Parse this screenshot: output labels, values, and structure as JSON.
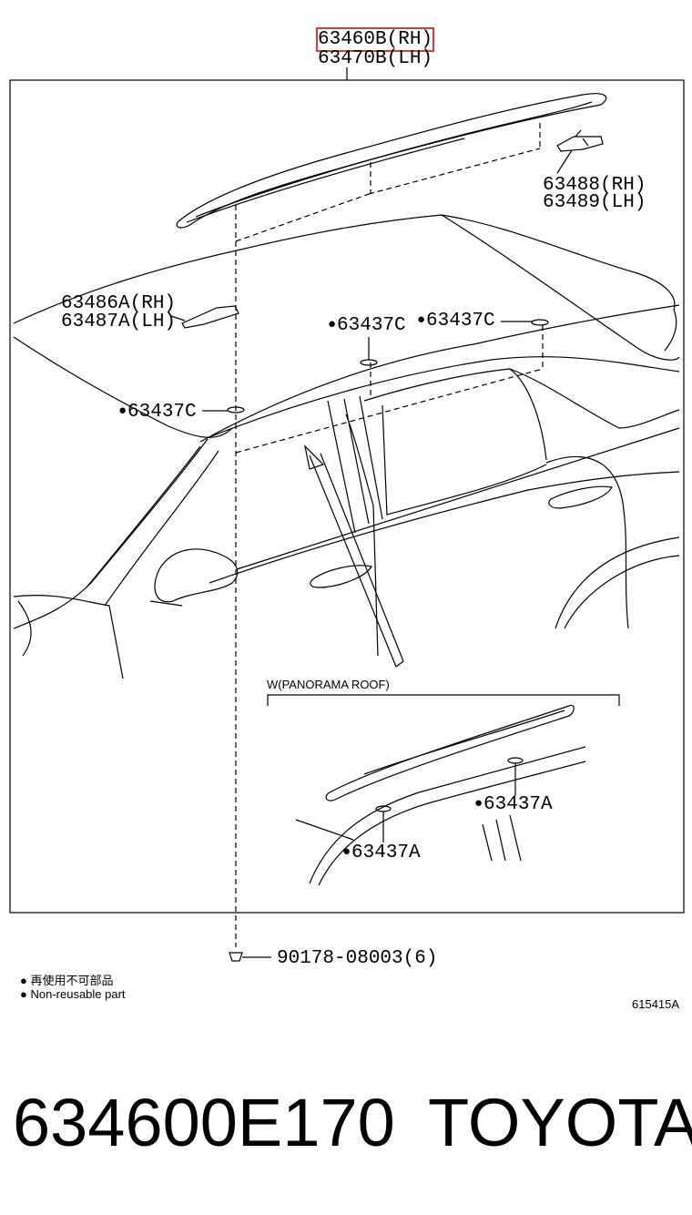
{
  "header": {
    "part_rh": "63460B(RH)",
    "part_lh": "63470B(LH)"
  },
  "labels": {
    "bracket_rh": "63488(RH)",
    "bracket_lh": "63489(LH)",
    "cover_rh": "63486A(RH)",
    "cover_lh": "63487A(LH)",
    "clip_c": "63437C",
    "clip_a": "63437A",
    "inset_title": "W(PANORAMA ROOF)",
    "fastener": "90178-08003(6)"
  },
  "legend": {
    "cn": "再使用不可部品",
    "en": "Non-reusable part"
  },
  "figure_code": "615415A",
  "footer": {
    "part_number": "634600E170",
    "brand": "TOYOTA"
  }
}
